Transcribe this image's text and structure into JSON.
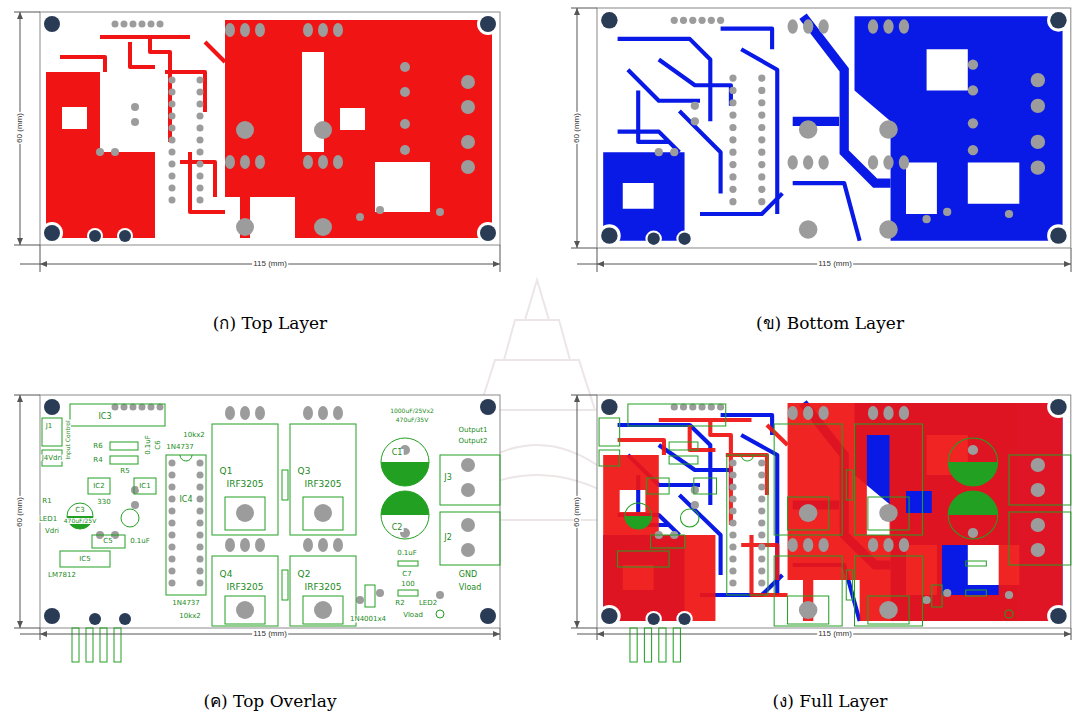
{
  "diagram": {
    "nodes": [
      {
        "text": [
          "(ก) Top Layer"
        ]
      },
      {
        "text": [
          "(ข) Bottom Layer"
        ]
      },
      {
        "text": [
          "(ค) Top Overlay"
        ]
      },
      {
        "text": [
          "(ง) Full Layer"
        ]
      }
    ],
    "labels": [
      "60 (mm)",
      "115 (mm)",
      "60 (mm)",
      "115 (mm)",
      "60 (mm)",
      "115 (mm)",
      "60 (mm)",
      "115 (mm)",
      "IC3",
      "J1",
      "Input Control",
      "J4Vdri",
      "R6",
      "R4",
      "R5",
      "IC2",
      "IC1",
      "R1",
      "LED1",
      "Vdri",
      "C3",
      "470uF/25V",
      "330",
      "0.1uF",
      "C5",
      "IC5",
      "LM7812",
      "C6",
      "0.1uF",
      "1N4737",
      "10kx2",
      "IC4",
      "1N4737",
      "10kx2",
      "Q1",
      "IRF3205",
      "Q3",
      "IRF3205",
      "Q4",
      "IRF3205",
      "Q2",
      "IRF3205",
      "1000uF/25Vx2",
      "470uF/35V",
      "C1",
      "C2",
      "Output1",
      "Output2",
      "J3",
      "J2",
      "GND",
      "Vload",
      "0.1uF",
      "C7",
      "100",
      "R2",
      "LED2",
      "Vload",
      "1N4001x4"
    ]
  }
}
